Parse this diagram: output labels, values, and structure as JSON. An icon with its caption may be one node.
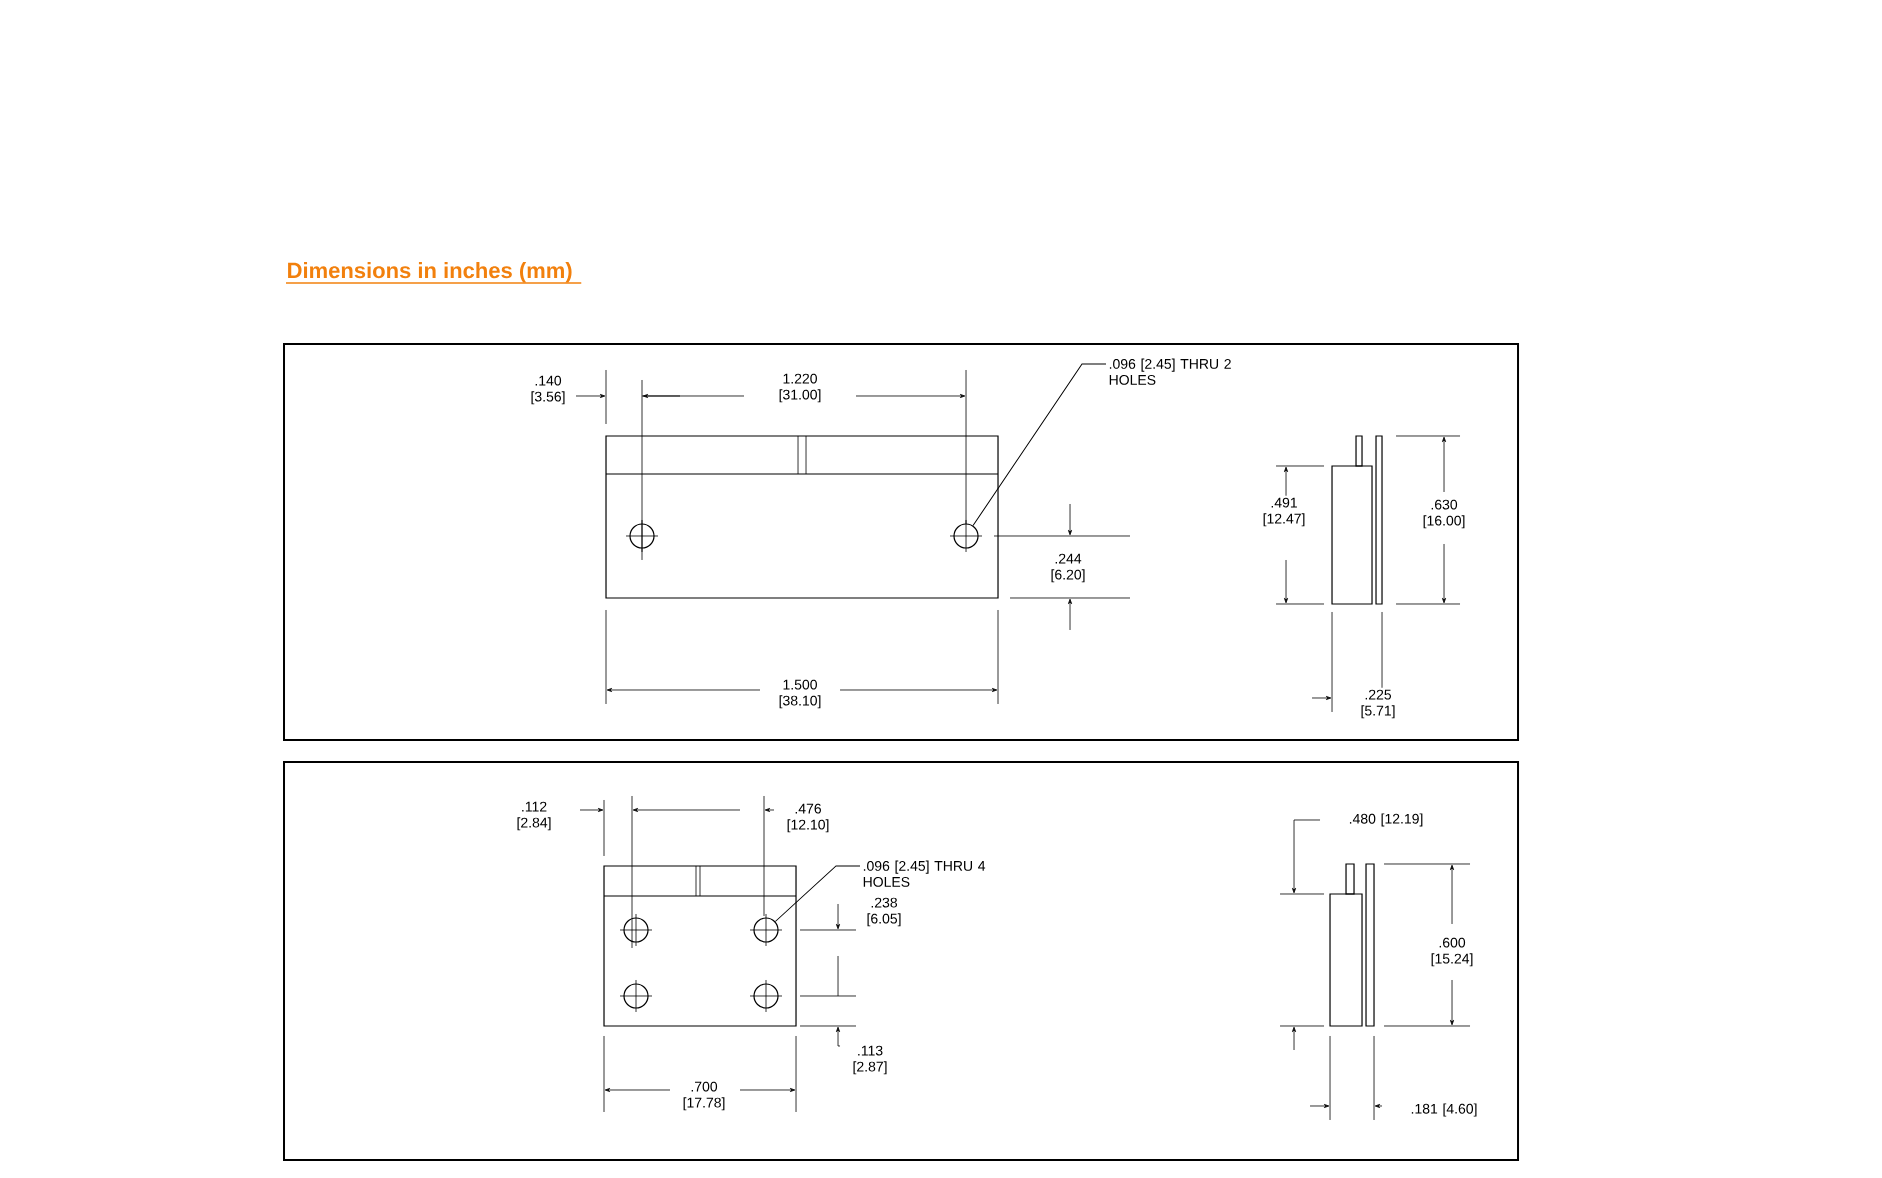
{
  "diagram": {
    "title": "Dimensions in inches (mm)",
    "nodes": [
      {
        "text": [
          ".096 [2.45] THRU 2 HOLES"
        ]
      },
      {
        "text": [],
        "shape": "circle"
      },
      {
        "text": [
          ".096 [2.45] THRU 4 HOLES"
        ]
      },
      {
        "text": [],
        "shape": "circle"
      }
    ],
    "edges": [
      {
        "from": 0,
        "to": 1,
        "arrow": "none"
      },
      {
        "from": 2,
        "to": 3,
        "arrow": "none"
      }
    ],
    "labels": [
      ".140 [3.56]",
      "1.220 [31.00]",
      ".244 [6.20]",
      "1.500 [38.10]",
      ".491 [12.47]",
      ".630 [16.00]",
      ".225 [5.71]",
      ".112 [2.84]",
      ".476 [12.10]",
      ".238 [6.05]",
      ".113 [2.87]",
      ".700 [17.78]",
      ".480 [12.19]",
      ".600 [15.24]",
      ".181 [4.60]"
    ]
  }
}
